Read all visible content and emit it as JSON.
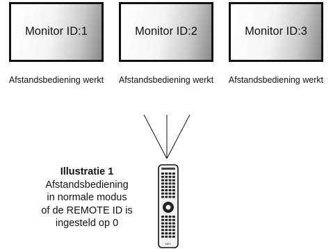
{
  "monitors": [
    {
      "label": "Monitor ID:1",
      "status": "Afstandsbediening werkt"
    },
    {
      "label": "Monitor ID:2",
      "status": "Afstandsbediening werkt"
    },
    {
      "label": "Monitor ID:3",
      "status": "Afstandsbediening werkt"
    }
  ],
  "caption": {
    "title": "Illustratie 1",
    "lines": [
      "Afstandsbediening",
      "in normale modus",
      "of de REMOTE ID is",
      "ingesteld op 0"
    ]
  },
  "remote": {
    "brand_text": "NEC"
  }
}
